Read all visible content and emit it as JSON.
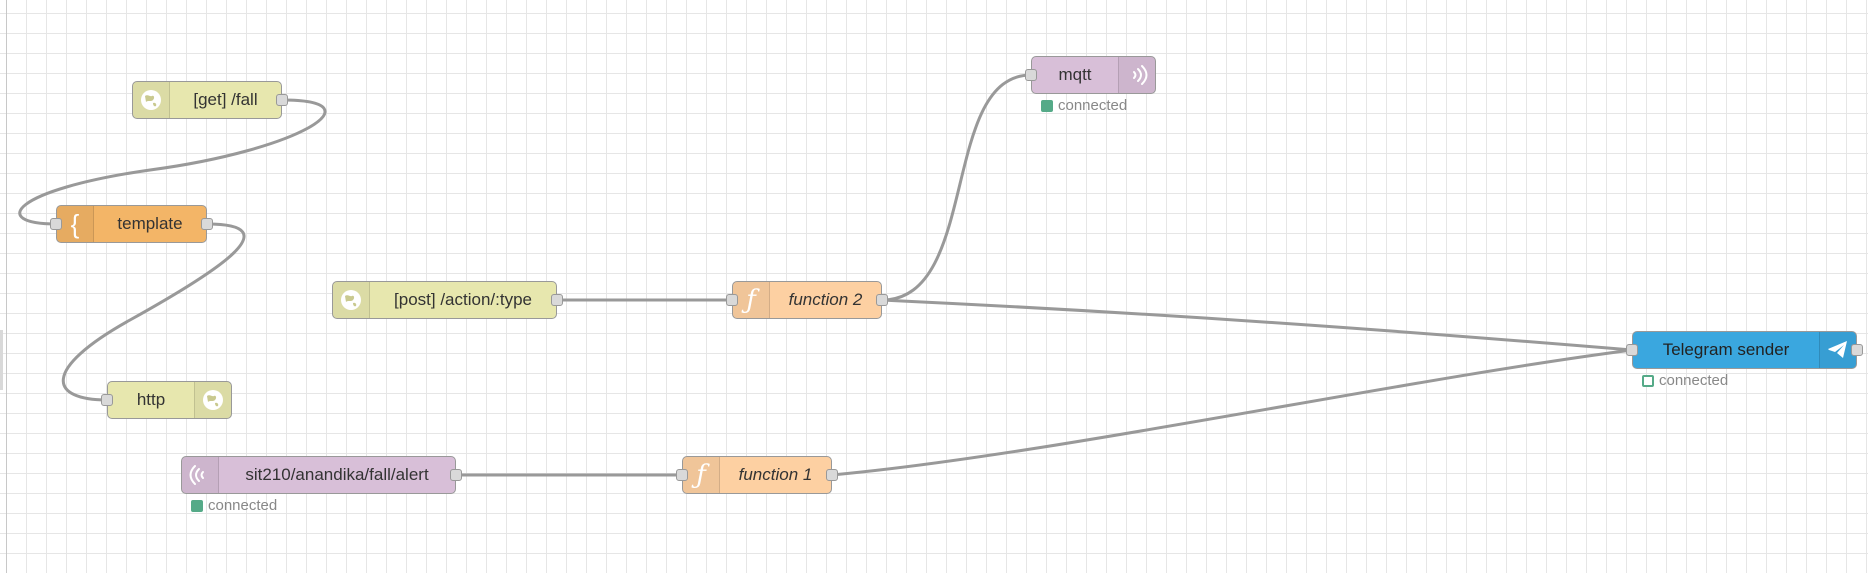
{
  "colors": {
    "http_in": "#e7e7ae",
    "template": "#f3b567",
    "function": "#fdd0a2",
    "mqtt": "#d8bfd8",
    "telegram": "#3aa7df",
    "wire": "#999999",
    "status_ok": "#55aa88"
  },
  "nodes": {
    "get_fall": {
      "label": "[get] /fall",
      "icon": "globe-icon"
    },
    "template": {
      "label": "template",
      "icon": "curly-brace-icon"
    },
    "http": {
      "label": "http",
      "icon": "globe-icon"
    },
    "post_action": {
      "label": "[post] /action/:type",
      "icon": "globe-icon"
    },
    "function2": {
      "label": "function 2",
      "icon": "function-icon"
    },
    "mqtt_out": {
      "label": "mqtt",
      "icon": "radio-waves-icon",
      "status": "connected"
    },
    "mqtt_in": {
      "label": "sit210/anandika/fall/alert",
      "icon": "radio-waves-icon",
      "status": "connected"
    },
    "function1": {
      "label": "function 1",
      "icon": "function-icon"
    },
    "telegram": {
      "label": "Telegram sender",
      "icon": "paper-plane-icon",
      "status": "connected"
    }
  }
}
